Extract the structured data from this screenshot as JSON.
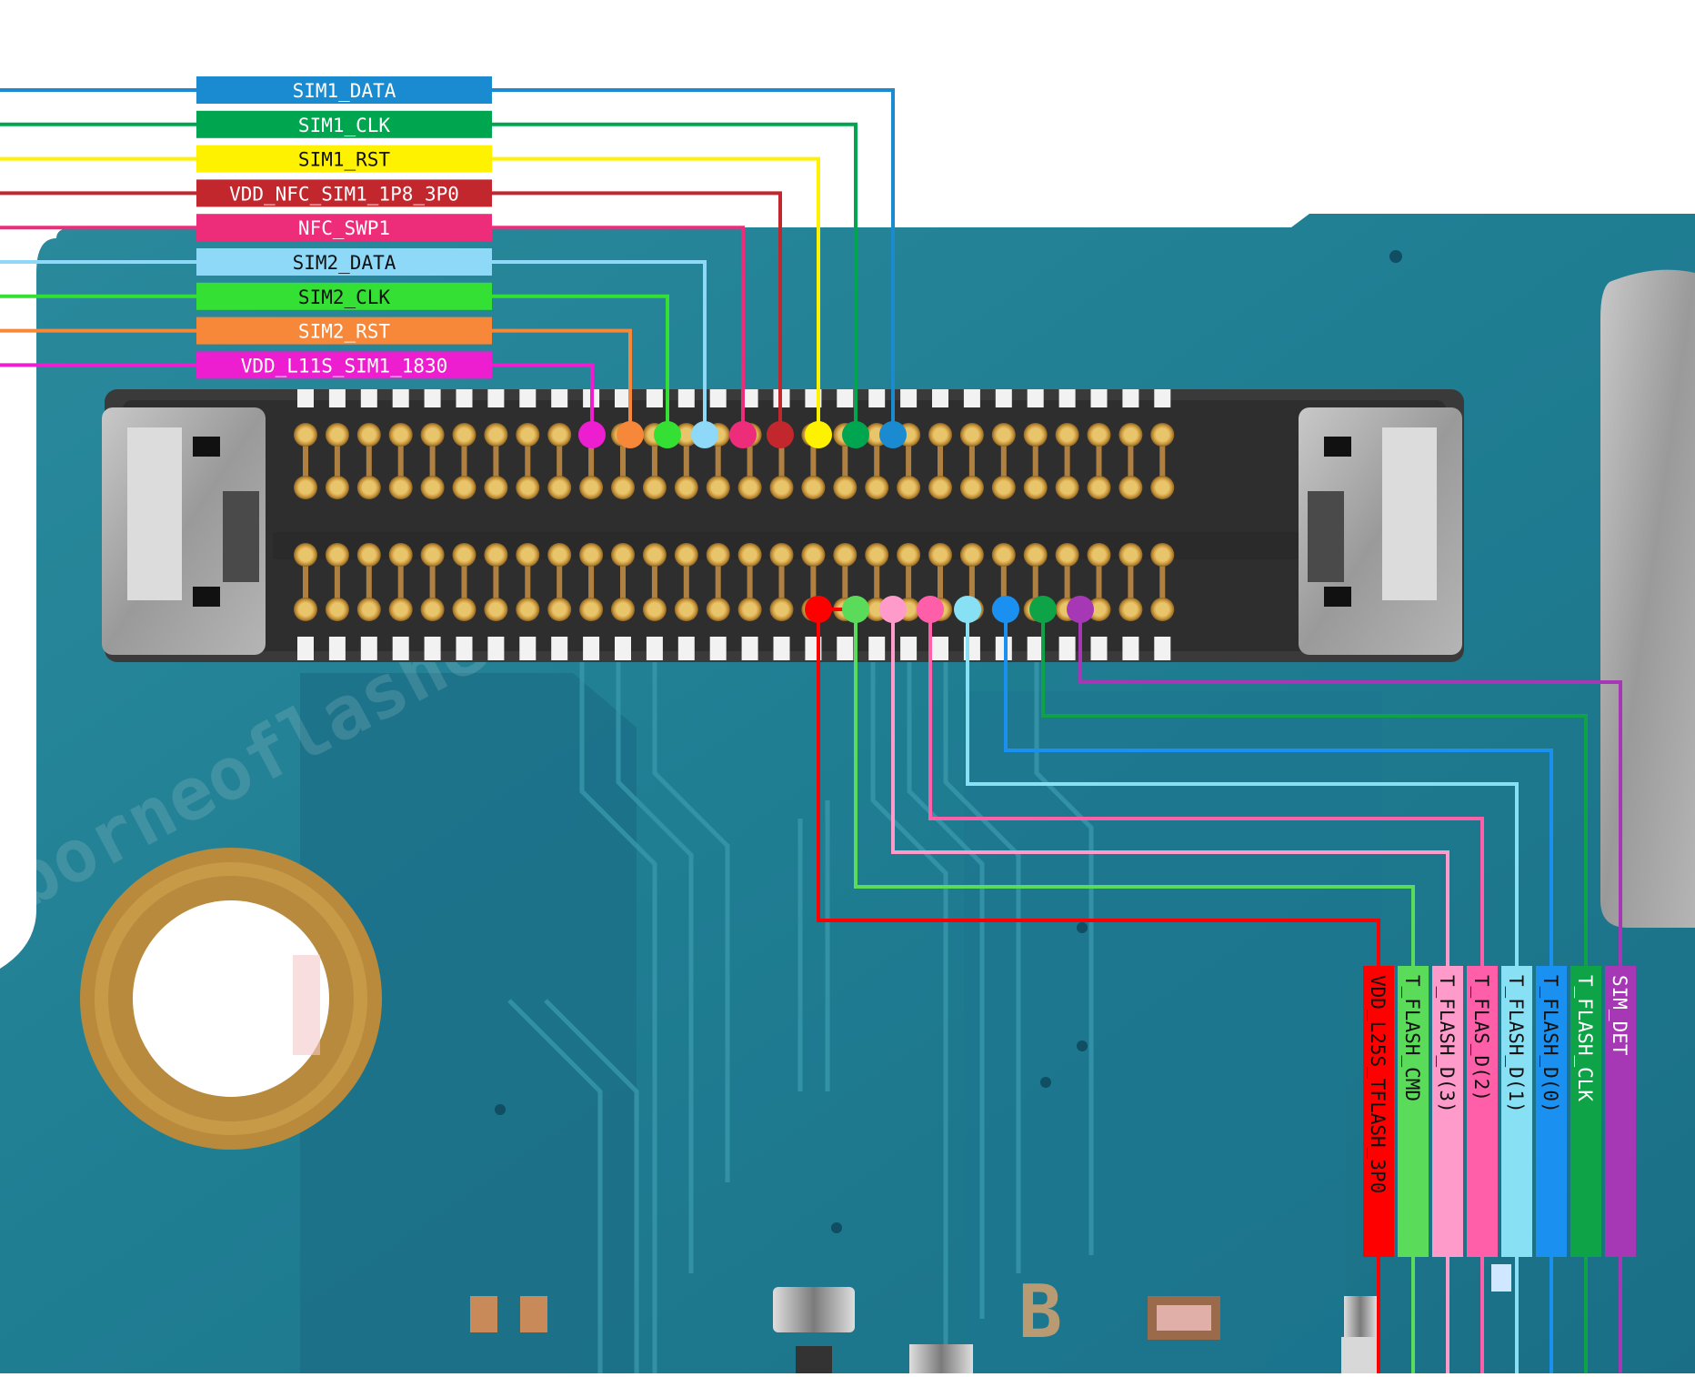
{
  "top_labels": [
    {
      "text": "SIM1_DATA",
      "color": "#1A8BD0",
      "text_color": "#ffffff"
    },
    {
      "text": "SIM1_CLK",
      "color": "#00A550",
      "text_color": "#ffffff"
    },
    {
      "text": "SIM1_RST",
      "color": "#FFF200",
      "text_color": "#111111"
    },
    {
      "text": "VDD_NFC_SIM1_1P8_3P0",
      "color": "#C1272D",
      "text_color": "#ffffff"
    },
    {
      "text": "NFC_SWP1",
      "color": "#EE2D7A",
      "text_color": "#ffffff"
    },
    {
      "text": "SIM2_DATA",
      "color": "#8ED8F8",
      "text_color": "#111111"
    },
    {
      "text": "SIM2_CLK",
      "color": "#33E033",
      "text_color": "#111111"
    },
    {
      "text": "SIM2_RST",
      "color": "#F7883A",
      "text_color": "#ffffff"
    },
    {
      "text": "VDD_L11S_SIM1_1830",
      "color": "#EC1ECF",
      "text_color": "#ffffff"
    }
  ],
  "bottom_labels": [
    {
      "text": "VDD_L25S_TFLASH_3P0",
      "color": "#FF0000",
      "text_color": "#111111"
    },
    {
      "text": "T_FLASH_CMD",
      "color": "#5ADC5A",
      "text_color": "#111111"
    },
    {
      "text": "T_FLASH_D(3)",
      "color": "#FF9BCB",
      "text_color": "#111111"
    },
    {
      "text": "T_FLAS_D(2)",
      "color": "#FF5FA8",
      "text_color": "#111111"
    },
    {
      "text": "T_FLASH_D(1)",
      "color": "#88E0F5",
      "text_color": "#111111"
    },
    {
      "text": "T_FLASH_D(0)",
      "color": "#1A90F0",
      "text_color": "#111111"
    },
    {
      "text": "T_FLASH_CLK",
      "color": "#0FA347",
      "text_color": "#ffffff"
    },
    {
      "text": "SIM_DET",
      "color": "#A637B5",
      "text_color": "#ffffff"
    }
  ],
  "watermark": "borneoflasher",
  "silkscreen_mark": "B"
}
